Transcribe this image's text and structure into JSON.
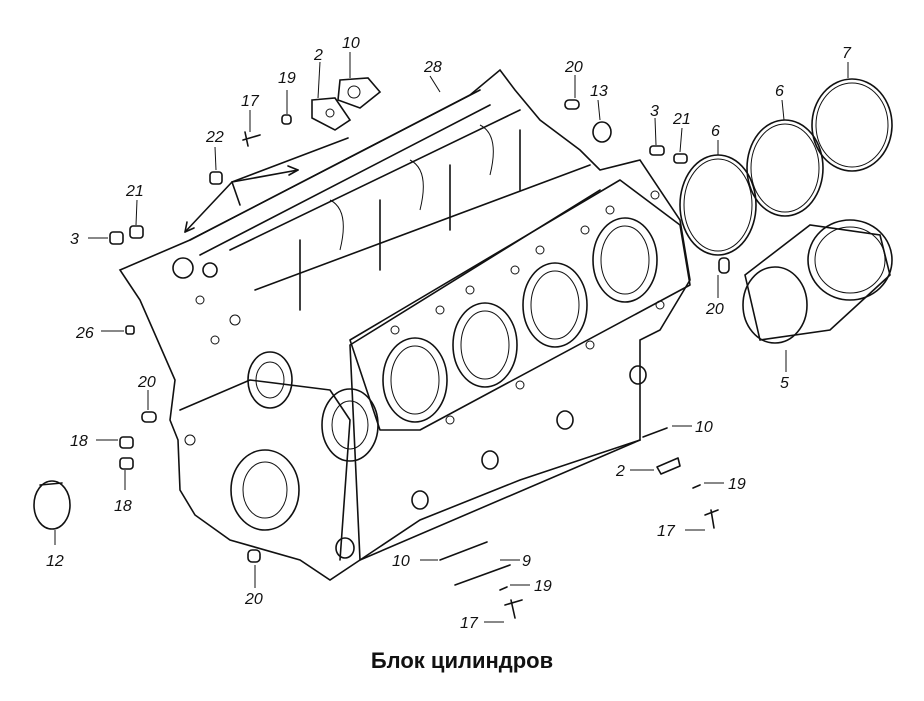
{
  "caption": "Блок цилиндров",
  "callouts": [
    {
      "id": "c1",
      "text": "10"
    },
    {
      "id": "c2",
      "text": "2"
    },
    {
      "id": "c3",
      "text": "19"
    },
    {
      "id": "c4",
      "text": "17"
    },
    {
      "id": "c5",
      "text": "22"
    },
    {
      "id": "c6",
      "text": "28"
    },
    {
      "id": "c7",
      "text": "20"
    },
    {
      "id": "c8",
      "text": "13"
    },
    {
      "id": "c9",
      "text": "3"
    },
    {
      "id": "c10",
      "text": "21"
    },
    {
      "id": "c11",
      "text": "6"
    },
    {
      "id": "c12",
      "text": "6"
    },
    {
      "id": "c13",
      "text": "7"
    },
    {
      "id": "c14",
      "text": "21"
    },
    {
      "id": "c15",
      "text": "3"
    },
    {
      "id": "c16",
      "text": "26"
    },
    {
      "id": "c17",
      "text": "20"
    },
    {
      "id": "c18",
      "text": "18"
    },
    {
      "id": "c19",
      "text": "18"
    },
    {
      "id": "c20",
      "text": "12"
    },
    {
      "id": "c21",
      "text": "20"
    },
    {
      "id": "c22",
      "text": "5"
    },
    {
      "id": "c23",
      "text": "10"
    },
    {
      "id": "c24",
      "text": "2"
    },
    {
      "id": "c25",
      "text": "19"
    },
    {
      "id": "c26",
      "text": "17"
    },
    {
      "id": "c27",
      "text": "10"
    },
    {
      "id": "c28",
      "text": "9"
    },
    {
      "id": "c29",
      "text": "19"
    },
    {
      "id": "c30",
      "text": "17"
    },
    {
      "id": "c31",
      "text": "20"
    }
  ]
}
